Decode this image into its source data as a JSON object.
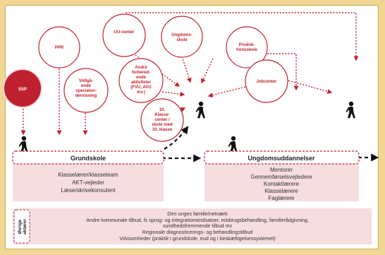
{
  "actors": {
    "ppr": "PPR",
    "ssp": "SSP",
    "special": [
      "Vidtgå-",
      "ende",
      "specialun-",
      "dervisning"
    ],
    "uu": "UU-center",
    "ungdomsskole": [
      "Ungdoms-",
      "skole"
    ],
    "produktion": [
      "Produk-",
      "tionsskole"
    ],
    "andre": [
      "Andre",
      "forbered-",
      "ende",
      "aktiviteter",
      "(FVU, AVU",
      "mv.)"
    ],
    "klasse10": [
      "10.",
      "Klasse-",
      "center /",
      "skole med",
      "10. klasse"
    ],
    "jobcenter": "Jobcenter"
  },
  "grundskole": {
    "title": "Grundskole",
    "items": [
      "Klasselærer/klasseteam",
      "AKT-vejleder",
      "Læse/skrivekonsulent"
    ]
  },
  "ungdom": {
    "title": "Ungdomsuddannelser",
    "items": [
      "Mentorer",
      "Gennemførselsvejledere",
      "Kontaktlærere",
      "Klasselærere",
      "Faglærere"
    ]
  },
  "ovrige": {
    "label": [
      "Øvrige",
      "aktører"
    ],
    "items": [
      "Den unges familie/netværk",
      "Andre kommunale tilbud, fx sprog- og integrationsindsatser, misbrugsbehandling, familierådgivning,",
      "sundhedsfremmende tilbud mv",
      "Regionale diagnosticerings- og behandlingstilbud",
      "Virksomheder (praktik i grundskole, eud og i beskæftigelsessystemet)"
    ]
  },
  "colors": {
    "accent": "#c0212e",
    "pink_fill": "#f5dde0",
    "frame_bg": "#f0d894"
  }
}
